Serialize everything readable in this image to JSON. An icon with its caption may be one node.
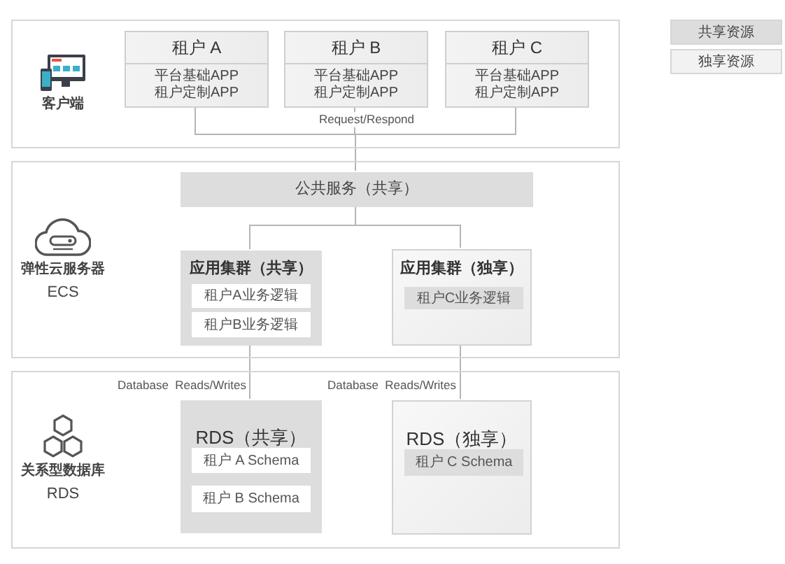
{
  "diagram": {
    "nodes": [
      {
        "text": [
          "客户端"
        ]
      },
      {
        "text": [
          "租户 A",
          "平台基础APP",
          "租户定制APP"
        ],
        "in": 0
      },
      {
        "text": [
          "租户 B",
          "平台基础APP",
          "租户定制APP"
        ],
        "in": 0
      },
      {
        "text": [
          "租户 C",
          "平台基础APP",
          "租户定制APP"
        ],
        "in": 0
      },
      {
        "text": [
          "弹性云服务器",
          "ECS"
        ]
      },
      {
        "text": [
          "公共服务（共享）"
        ],
        "in": 4
      },
      {
        "text": [
          "应用集群（共享）"
        ],
        "in": 4
      },
      {
        "text": [
          "租户A业务逻辑"
        ],
        "in": 6
      },
      {
        "text": [
          "租户B业务逻辑"
        ],
        "in": 6
      },
      {
        "text": [
          "应用集群（独享）"
        ],
        "in": 4
      },
      {
        "text": [
          "租户C业务逻辑"
        ],
        "in": 9
      },
      {
        "text": [
          "关系型数据库",
          "RDS"
        ]
      },
      {
        "text": [
          "RDS（共享）"
        ],
        "in": 11
      },
      {
        "text": [
          "租户 A Schema"
        ],
        "in": 12
      },
      {
        "text": [
          "租户 B Schema"
        ],
        "in": 12
      },
      {
        "text": [
          "RDS（独享）"
        ],
        "in": 11
      },
      {
        "text": [
          "租户 C Schema"
        ],
        "in": 15
      }
    ],
    "edges": [
      {
        "from": 1,
        "to": 5,
        "arrow": "none"
      },
      {
        "from": 2,
        "to": 5,
        "arrow": "none",
        "label": "Request/Respond"
      },
      {
        "from": 3,
        "to": 5,
        "arrow": "none"
      },
      {
        "from": 5,
        "to": 6,
        "arrow": "none"
      },
      {
        "from": 5,
        "to": 9,
        "arrow": "none"
      },
      {
        "from": 6,
        "to": 12,
        "arrow": "none",
        "label": "Database  Reads/Writes"
      },
      {
        "from": 9,
        "to": 15,
        "arrow": "none",
        "label": "Database  Reads/Writes"
      }
    ],
    "legend": [
      {
        "text": "共享资源",
        "color": "#dcdddc"
      },
      {
        "text": "独享资源",
        "color": "#f2f2f2"
      }
    ]
  }
}
